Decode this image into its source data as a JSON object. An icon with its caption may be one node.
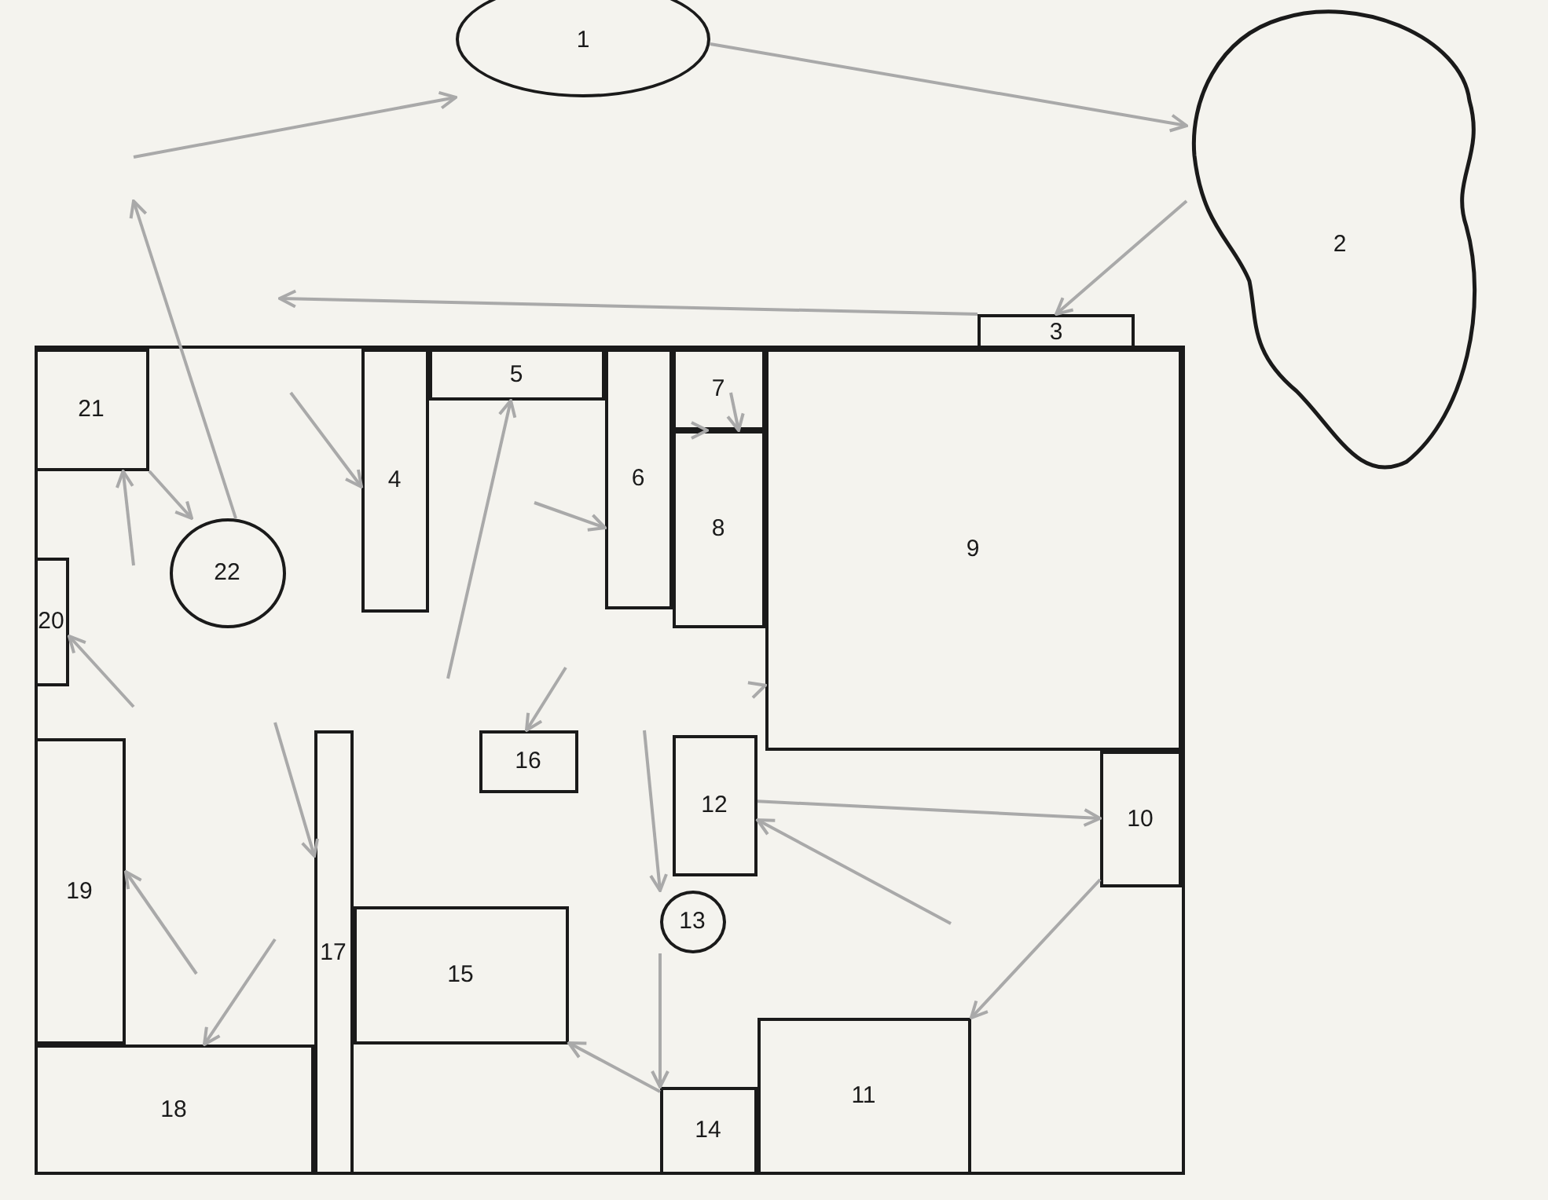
{
  "diagram": {
    "nodes": [
      {
        "text": [
          "1"
        ]
      },
      {
        "text": [
          "2"
        ]
      },
      {
        "text": [
          "3"
        ]
      },
      {
        "text": [],
        "shape": "box"
      },
      {
        "text": [
          "4"
        ],
        "in": 3
      },
      {
        "text": [
          "5"
        ],
        "in": 3
      },
      {
        "text": [
          "6"
        ],
        "in": 3
      },
      {
        "text": [
          "7"
        ],
        "in": 3
      },
      {
        "text": [
          "8"
        ],
        "in": 3
      },
      {
        "text": [
          "9"
        ],
        "in": 3
      },
      {
        "text": [
          "10"
        ],
        "in": 3
      },
      {
        "text": [
          "11"
        ],
        "in": 3
      },
      {
        "text": [
          "12"
        ],
        "in": 3
      },
      {
        "text": [
          "13"
        ],
        "in": 3
      },
      {
        "text": [
          "14"
        ],
        "in": 3
      },
      {
        "text": [
          "15"
        ],
        "in": 3
      },
      {
        "text": [
          "16"
        ],
        "in": 3
      },
      {
        "text": [
          "17"
        ],
        "in": 3
      },
      {
        "text": [
          "18"
        ],
        "in": 3
      },
      {
        "text": [
          "19"
        ],
        "in": 3
      },
      {
        "text": [
          "20"
        ],
        "in": 3
      },
      {
        "text": [
          "21"
        ],
        "in": 3
      },
      {
        "text": [
          "22"
        ],
        "in": 3
      }
    ],
    "edges": [
      {
        "from": 0,
        "to": 1,
        "arrow": "to"
      },
      {
        "from": 1,
        "to": 2,
        "arrow": "to"
      },
      {
        "from": 2,
        "to": null,
        "arrow": "to"
      },
      {
        "from": null,
        "to": 4,
        "arrow": "to"
      },
      {
        "from": null,
        "to": 5,
        "arrow": "to"
      },
      {
        "from": null,
        "to": 6,
        "arrow": "to"
      },
      {
        "from": 8,
        "to": 7,
        "arrow": "to"
      },
      {
        "from": 7,
        "to": 8,
        "arrow": "to"
      },
      {
        "from": null,
        "to": 9,
        "arrow": "to"
      },
      {
        "from": 12,
        "to": 10,
        "arrow": "to"
      },
      {
        "from": null,
        "to": 12,
        "arrow": "to"
      },
      {
        "from": 10,
        "to": 11,
        "arrow": "to"
      },
      {
        "from": null,
        "to": 16,
        "arrow": "to"
      },
      {
        "from": null,
        "to": 13,
        "arrow": "to"
      },
      {
        "from": 13,
        "to": 14,
        "arrow": "to"
      },
      {
        "from": 14,
        "to": 15,
        "arrow": "to"
      },
      {
        "from": null,
        "to": 17,
        "arrow": "to"
      },
      {
        "from": null,
        "to": 18,
        "arrow": "to"
      },
      {
        "from": null,
        "to": 19,
        "arrow": "to"
      },
      {
        "from": null,
        "to": 20,
        "arrow": "to"
      },
      {
        "from": null,
        "to": 21,
        "arrow": "to"
      },
      {
        "from": 21,
        "to": 22,
        "arrow": "to"
      },
      {
        "from": 22,
        "to": null,
        "arrow": "to"
      },
      {
        "from": null,
        "to": 0,
        "arrow": "to"
      }
    ]
  }
}
